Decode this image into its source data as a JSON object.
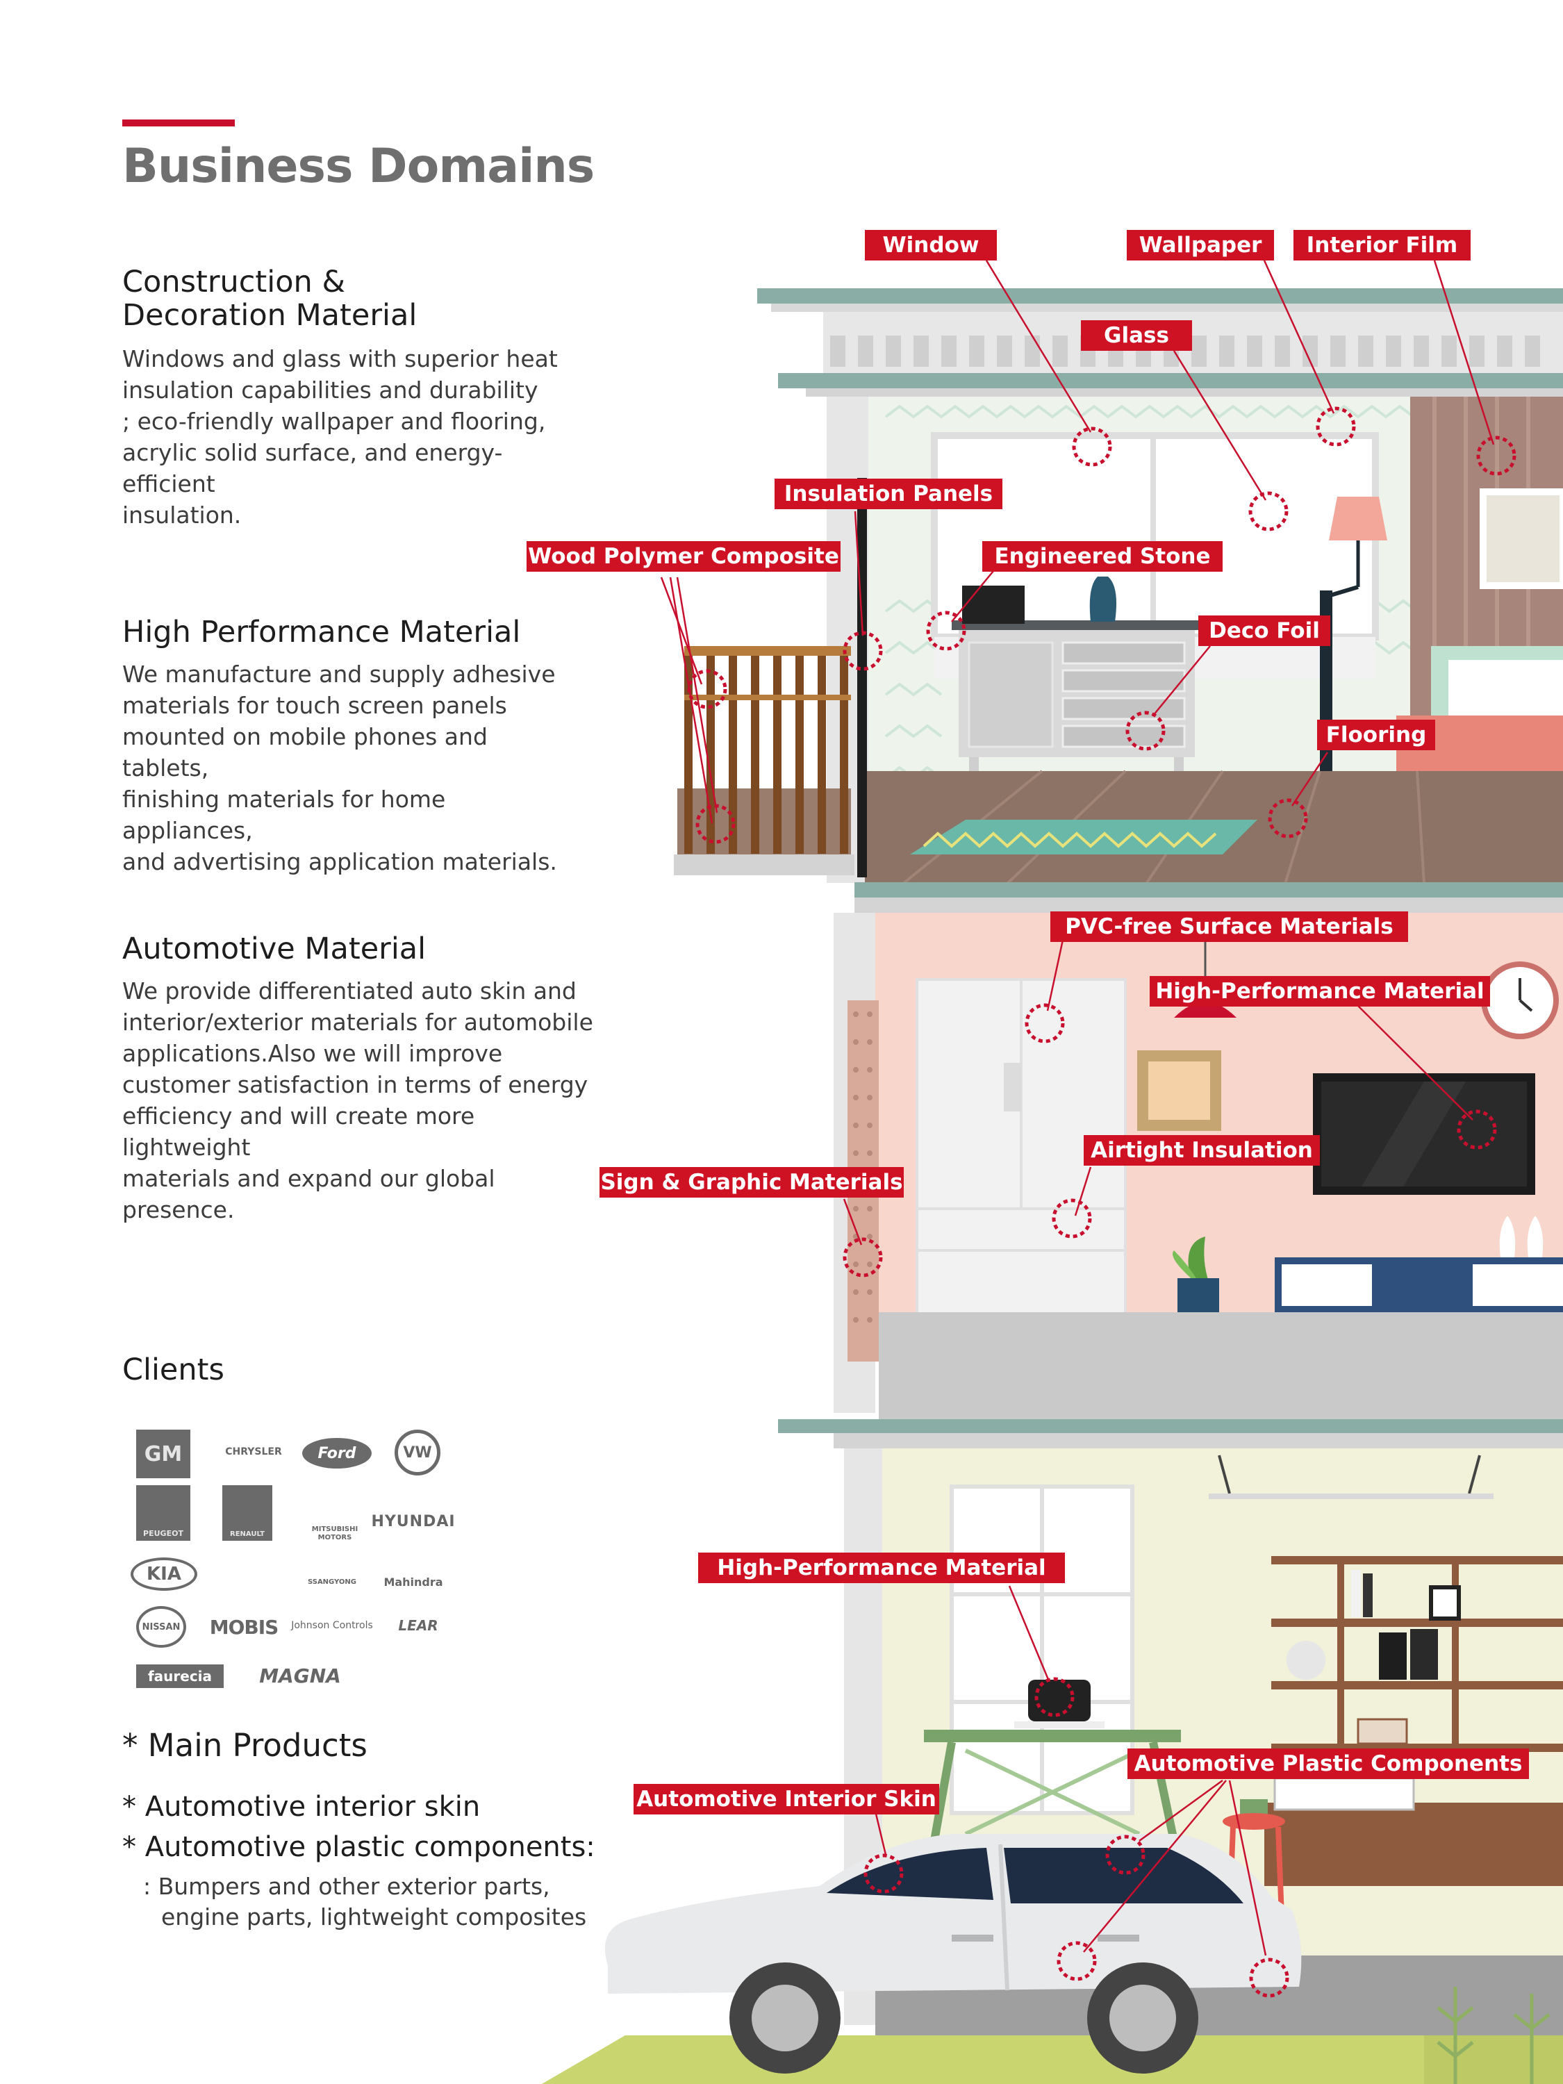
{
  "page": {
    "title": "Business Domains"
  },
  "sections": [
    {
      "heading_line1": "Construction &",
      "heading_line2": "Decoration Material",
      "body": [
        "Windows and glass with superior heat",
        "insulation capabilities and durability",
        "; eco-friendly wallpaper and flooring,",
        "acrylic solid surface, and energy-efficient",
        "insulation."
      ]
    },
    {
      "heading": "High Performance Material",
      "body": [
        "We manufacture and supply adhesive",
        "materials for touch screen panels",
        "mounted on mobile phones and tablets,",
        "finishing materials for home appliances,",
        "and advertising application materials."
      ]
    },
    {
      "heading": "Automotive Material",
      "body": [
        "We provide differentiated auto skin and",
        "interior/exterior materials for automobile",
        "applications.Also we will improve",
        "customer satisfaction in terms of energy",
        "efficiency and will create more lightweight",
        "materials and expand our global presence."
      ]
    }
  ],
  "clients": {
    "heading": "Clients",
    "logos": [
      "GM",
      "CHRYSLER",
      "Ford",
      "VW",
      "PEUGEOT",
      "RENAULT",
      "MITSUBISHI MOTORS",
      "HYUNDAI",
      "KIA",
      "SSANGYONG",
      "Mahindra",
      "NISSAN",
      "MOBIS",
      "Johnson Controls",
      "LEAR",
      "faurecia",
      "MAGNA"
    ]
  },
  "main_products": {
    "heading": "* Main Products",
    "items": [
      "* Automotive interior skin",
      "* Automotive plastic components:"
    ],
    "sub": [
      ":  Bumpers and other exterior parts,",
      "engine parts, lightweight composites"
    ]
  },
  "callouts": {
    "window": "Window",
    "wallpaper": "Wallpaper",
    "interior_film": "Interior Film",
    "glass": "Glass",
    "insulation_panels": "Insulation Panels",
    "wood_polymer": "Wood Polymer Composite",
    "engineered_stone": "Engineered Stone",
    "deco_foil": "Deco Foil",
    "flooring": "Flooring",
    "pvc_free": "PVC-free Surface Materials",
    "hpm_tv": "High-Performance Material",
    "airtight": "Airtight Insulation",
    "sign_graphic": "Sign & Graphic Materials",
    "hpm_speaker": "High-Performance Material",
    "auto_plastic": "Automotive Plastic Components",
    "auto_skin": "Automotive Interior Skin"
  },
  "colors": {
    "accent": "#c8102e",
    "label_bg": "#cf1124",
    "title": "#6f6f6f"
  }
}
